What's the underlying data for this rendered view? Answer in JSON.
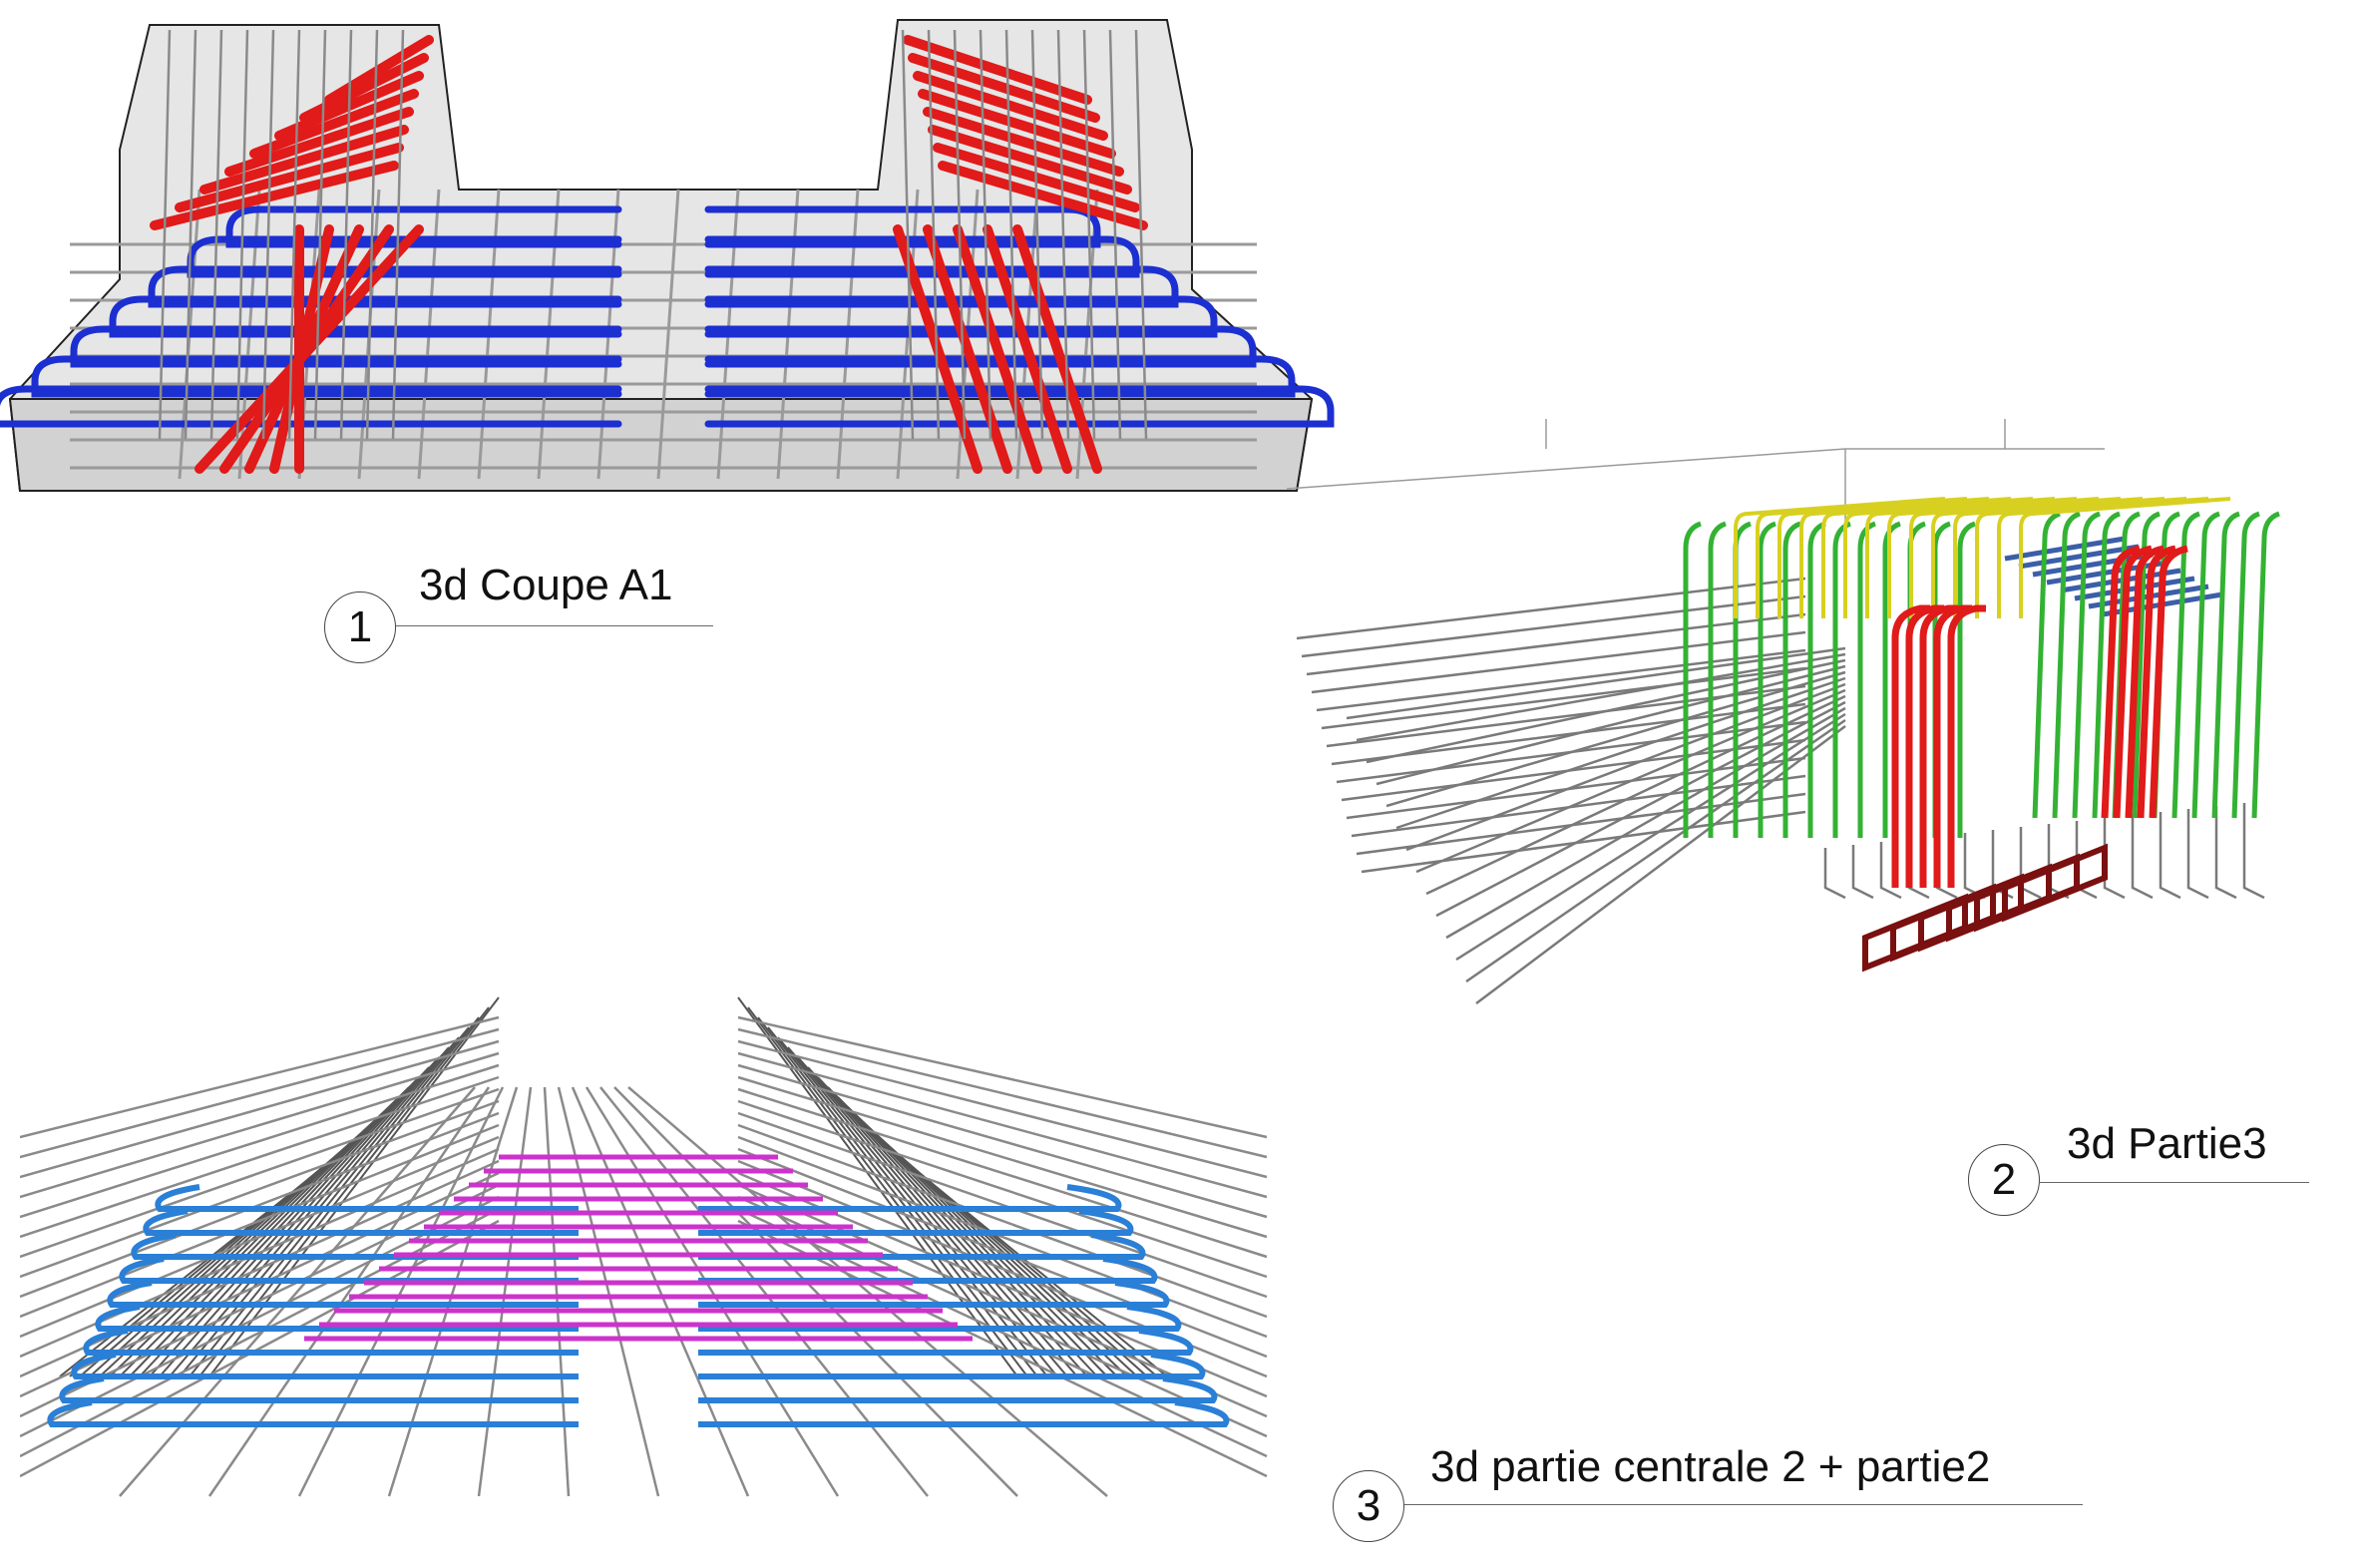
{
  "views": [
    {
      "number": "1",
      "title": "3d Coupe A1"
    },
    {
      "number": "2",
      "title": "3d Partie3"
    },
    {
      "number": "3",
      "title": "3d partie centrale 2 + partie2"
    }
  ],
  "colors": {
    "concrete": "#d8d8d8",
    "rebar_outline": "#555555",
    "red": "#e11a1a",
    "blue": "#1c2fd1",
    "light_blue": "#2a7fd6",
    "magenta": "#cc33cc",
    "purple": "#6a3fd0",
    "green": "#33b233",
    "yellow": "#d8d020",
    "dark_red": "#7a1010",
    "slate": "#3b5ea8"
  }
}
